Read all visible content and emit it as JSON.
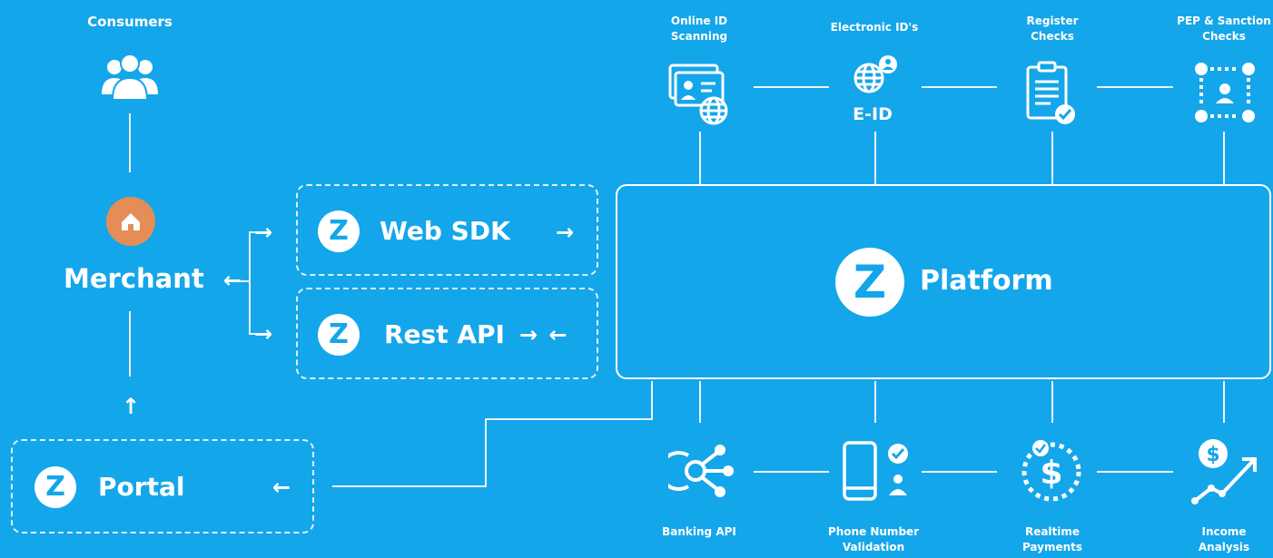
{
  "consumers": {
    "label": "Consumers"
  },
  "merchant": {
    "label": "Merchant"
  },
  "sdk": {
    "logo": "Z",
    "label": "Web SDK",
    "arrow": "→"
  },
  "rest": {
    "logo": "Z",
    "label": "Rest API",
    "arrows": "→ ←"
  },
  "portal": {
    "logo": "Z",
    "label": "Portal",
    "arrow": "←"
  },
  "platform": {
    "logo": "Z",
    "label": "Platform"
  },
  "merchant_arrow": "←",
  "up_arrow": "↑",
  "top_services": [
    {
      "caption": "Online ID\nScanning",
      "icon": "id-card-globe-icon"
    },
    {
      "caption": "Electronic ID's",
      "icon": "globe-user-icon",
      "badge": "E-ID"
    },
    {
      "caption": "Register\nChecks",
      "icon": "clipboard-check-icon"
    },
    {
      "caption": "PEP & Sanction\nChecks",
      "icon": "network-user-icon"
    }
  ],
  "bottom_services": [
    {
      "caption": "Banking API",
      "icon": "network-hub-icon"
    },
    {
      "caption": "Phone Number\nValidation",
      "icon": "phone-check-icon"
    },
    {
      "caption": "Realtime\nPayments",
      "icon": "dollar-spinner-icon"
    },
    {
      "caption": "Income\nAnalysis",
      "icon": "dollar-growth-icon"
    }
  ]
}
